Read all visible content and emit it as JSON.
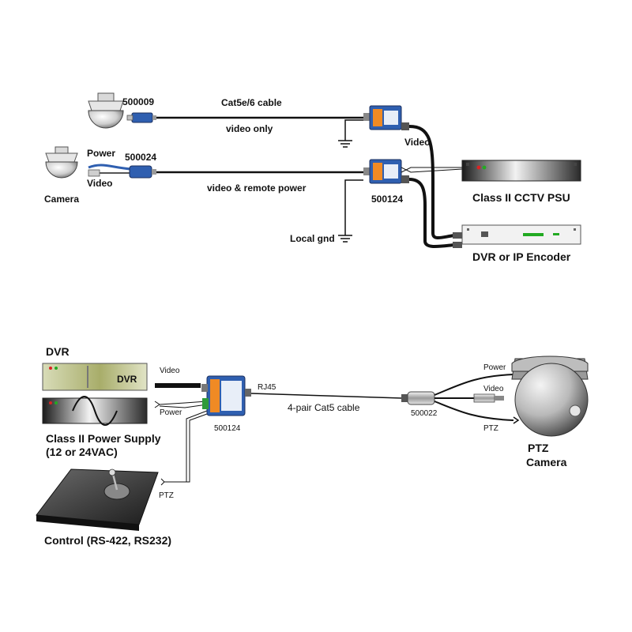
{
  "top": {
    "labels": {
      "cam1_part": "500009",
      "cable": "Cat5e/6 cable",
      "video_only": "video only",
      "power": "Power",
      "cam2_part": "500024",
      "video_in": "Video",
      "camera": "Camera",
      "video_out": "Video",
      "vrp": "video & remote power",
      "hub_part": "500124",
      "psu": "Class II CCTV PSU",
      "local_gnd": "Local gnd",
      "dvr": "DVR or IP Encoder"
    }
  },
  "bottom": {
    "labels": {
      "dvr": "DVR",
      "dvr_face": "DVR",
      "video": "Video",
      "power": "Power",
      "psu_line1": "Class II Power Supply",
      "psu_line2": "(12 or 24VAC)",
      "ptz_wire": "PTZ",
      "control": "Control (RS-422, RS232)",
      "transceiver_part": "500124",
      "rj45": "RJ45",
      "cable": "4-pair Cat5 cable",
      "receiver_part": "500022",
      "cam_power": "Power",
      "cam_video": "Video",
      "cam_ptz": "PTZ",
      "ptz_camera_1": "PTZ",
      "ptz_camera_2": "Camera"
    }
  },
  "colors": {
    "balun_blue": "#2f5fb0",
    "balun_orange": "#f08a24",
    "terminal_green": "#2e9b3a",
    "dvr_olive": "#8f9a4e",
    "black": "#111111"
  }
}
